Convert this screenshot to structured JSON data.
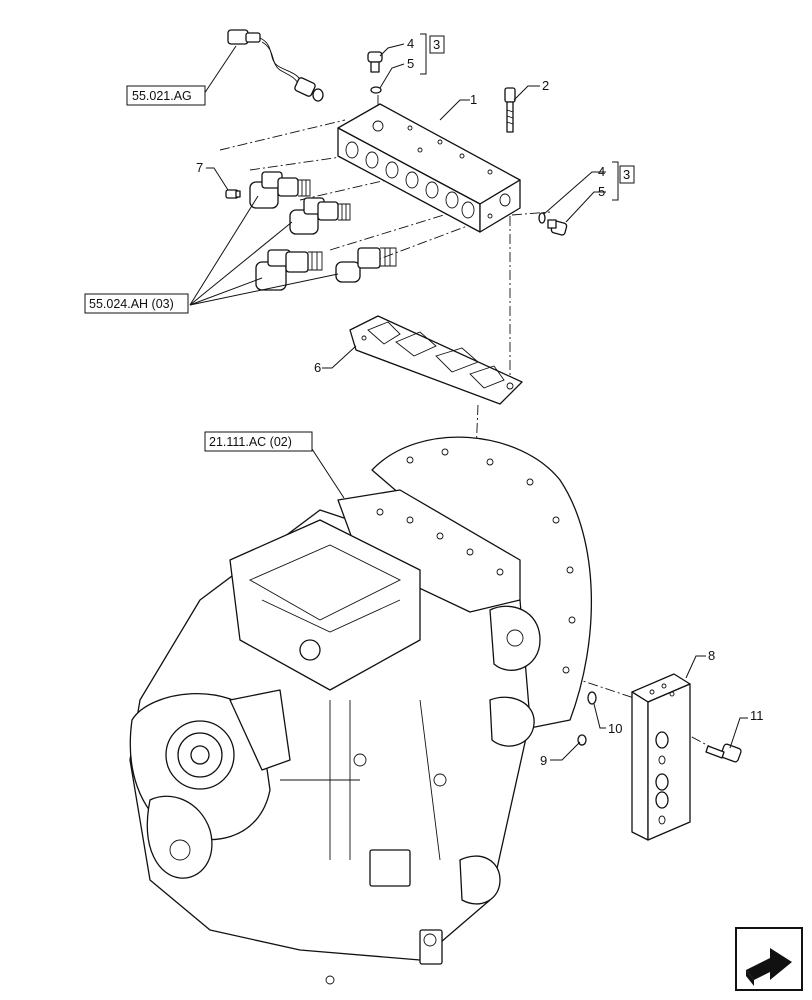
{
  "callouts": {
    "c1": "1",
    "c2": "2",
    "c3a": "3",
    "c3b": "3",
    "c4a": "4",
    "c4b": "4",
    "c5a": "5",
    "c5b": "5",
    "c6": "6",
    "c7": "7",
    "c8": "8",
    "c9": "9",
    "c10": "10",
    "c11": "11"
  },
  "references": {
    "sensor_ref": "55.021.AG",
    "solenoid_ref": "55.024.AH (03)",
    "transmission_ref": "21.111.AC (02)"
  },
  "icons": {
    "nav_arrow": "next-page-arrow-icon"
  }
}
